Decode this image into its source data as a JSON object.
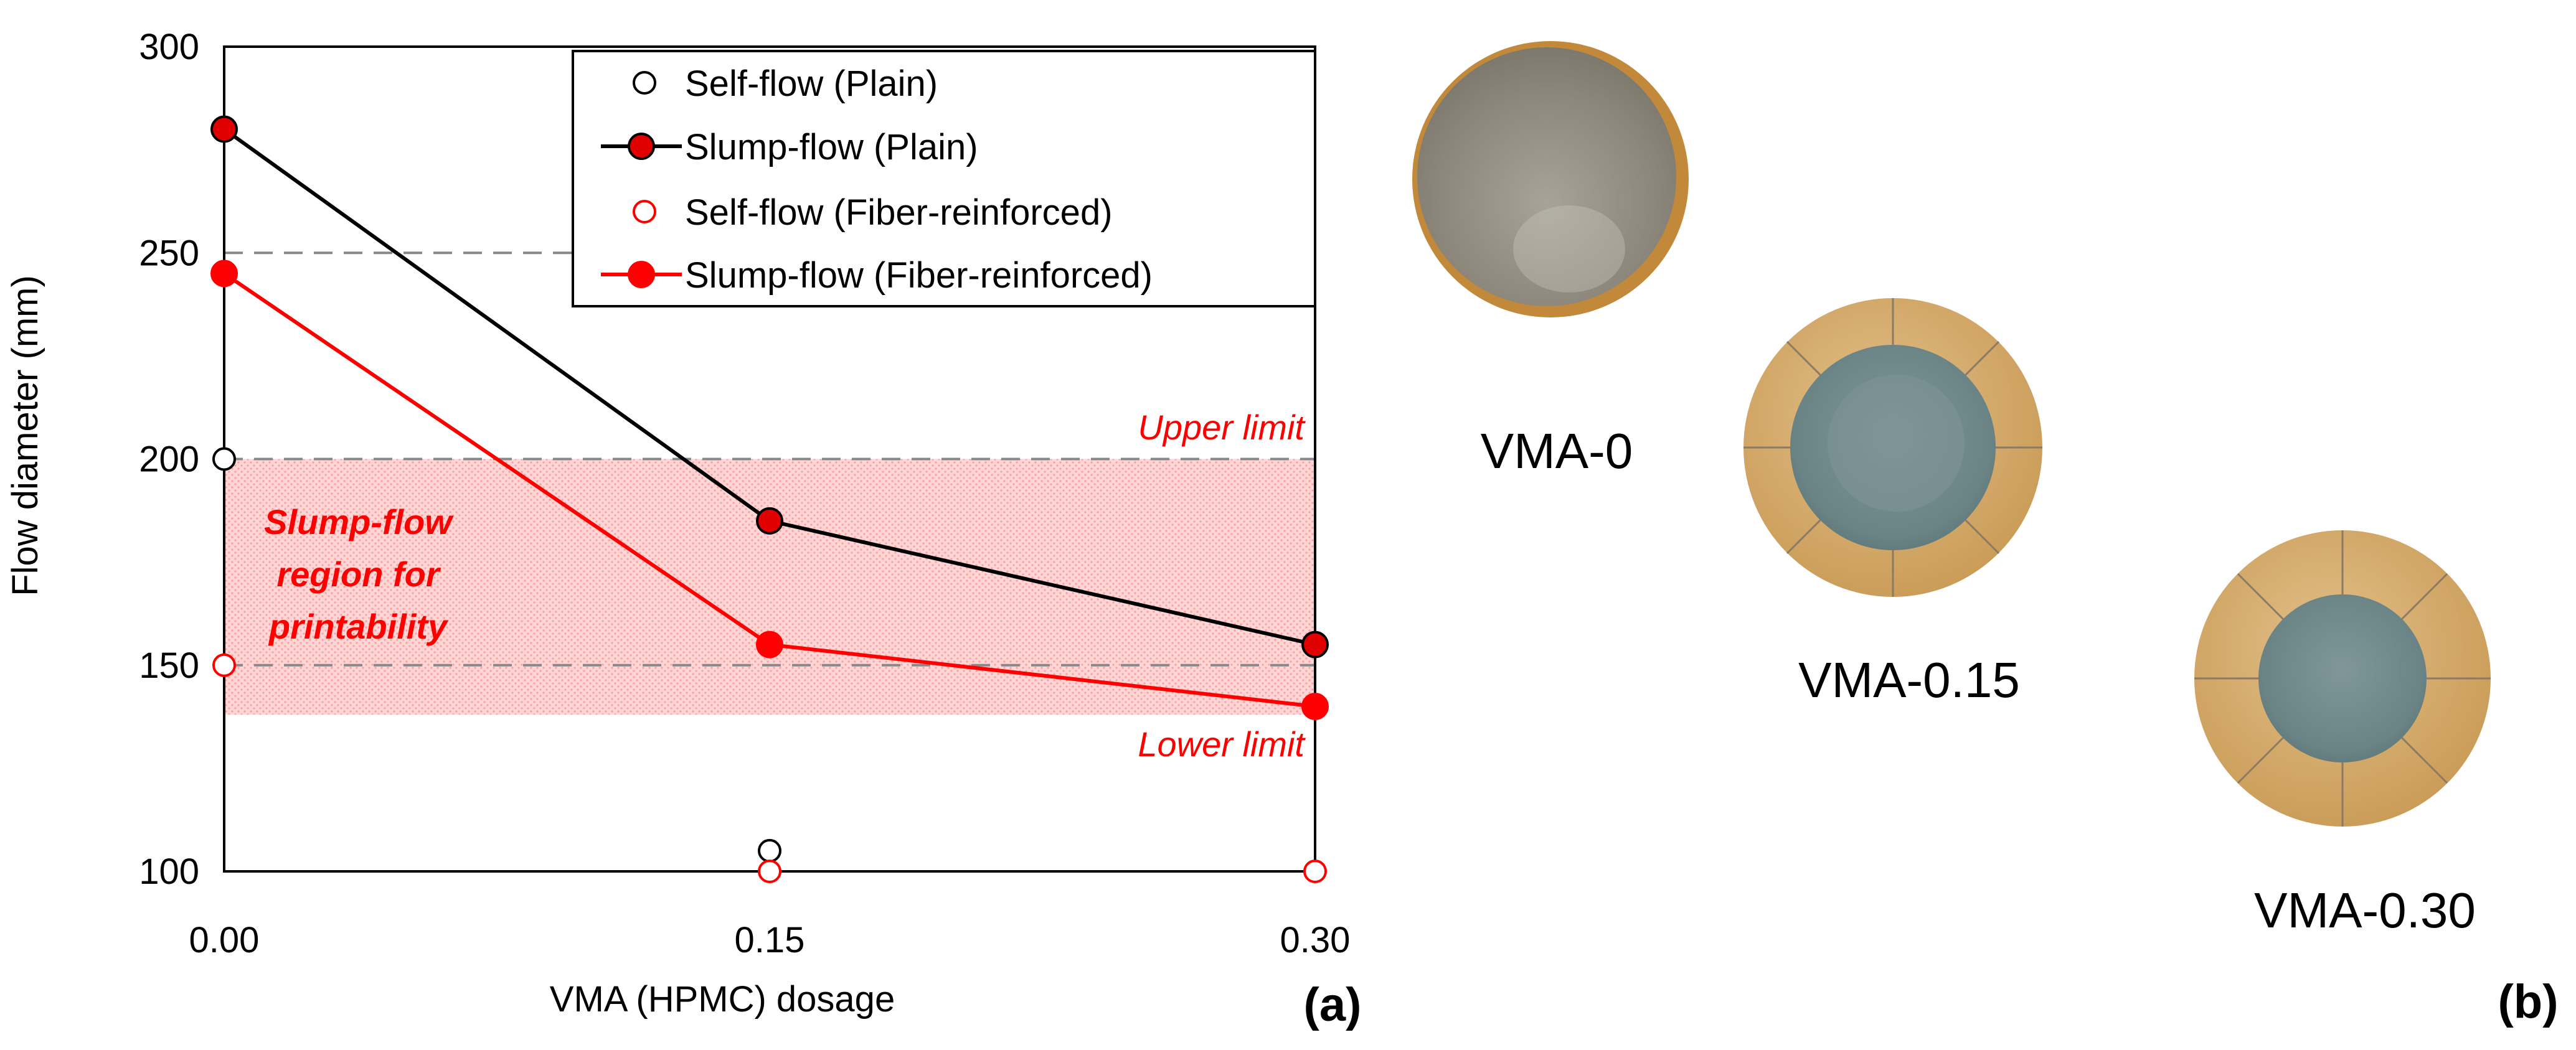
{
  "chart_data": {
    "type": "line",
    "xlabel": "VMA (HPMC) dosage",
    "ylabel": "Flow diameter (mm)",
    "x": [
      0.0,
      0.15,
      0.3
    ],
    "x_tick_labels": [
      "0.00",
      "0.15",
      "0.30"
    ],
    "ylim": [
      100,
      300
    ],
    "y_ticks": [
      100,
      150,
      200,
      250,
      300
    ],
    "gridlines": "dashed horizontal at 150, 200, 250",
    "legend_position": "top-right",
    "series": [
      {
        "name": "Self-flow (Plain)",
        "style": "open-circle-marker-only",
        "color": "#000000",
        "values": [
          200,
          105,
          null
        ]
      },
      {
        "name": "Slump-flow (Plain)",
        "style": "line-with-filled-marker",
        "color": "#000000",
        "marker_fill": "#e00000",
        "values": [
          280,
          185,
          155
        ]
      },
      {
        "name": "Self-flow (Fiber-reinforced)",
        "style": "open-circle-marker-only",
        "color": "#ff0000",
        "values": [
          150,
          100,
          100
        ]
      },
      {
        "name": "Slump-flow (Fiber-reinforced)",
        "style": "line-with-filled-marker",
        "color": "#ff0000",
        "marker_fill": "#ff0000",
        "values": [
          245,
          155,
          140
        ]
      }
    ],
    "shaded_region": {
      "label": [
        "Slump-flow",
        "region for",
        "printability"
      ],
      "y_range": [
        138,
        200
      ],
      "color": "#ffb3b3"
    },
    "annotations": {
      "upper": "Upper limit",
      "lower": "Lower limit"
    },
    "panel_label": "(a)"
  },
  "photos": {
    "panel_label": "(b)",
    "items": [
      {
        "label": "VMA-0"
      },
      {
        "label": "VMA-0.15"
      },
      {
        "label": "VMA-0.30"
      }
    ]
  },
  "colors": {
    "red": "#ff0000",
    "dark_red_fill": "#e00000",
    "grid": "#888888",
    "shade": "#ffb3b3",
    "mortar_grey": "#8f8a7e",
    "mortar_blue": "#6f8a8c",
    "board_tan": "#d6ad6f"
  }
}
